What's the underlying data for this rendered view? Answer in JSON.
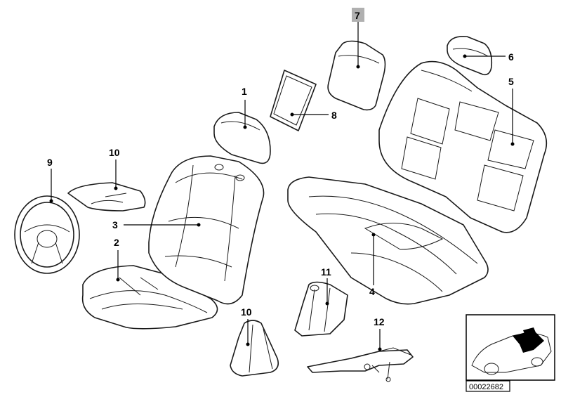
{
  "callouts": {
    "c1": "1",
    "c2": "2",
    "c3": "3",
    "c4": "4",
    "c5": "5",
    "c6": "6",
    "c7": "7",
    "c8": "8",
    "c9": "9",
    "c10a": "10",
    "c10b": "10",
    "c11": "11",
    "c12": "12"
  },
  "highlight_color": "#b0b0b0",
  "reference_code": "00022682"
}
